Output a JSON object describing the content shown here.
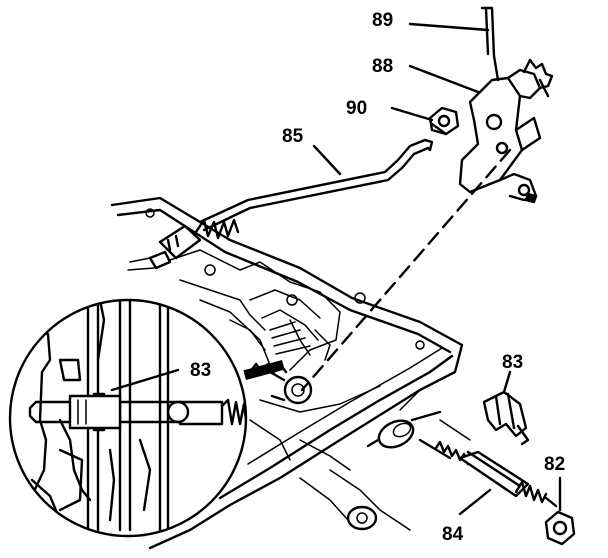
{
  "callouts": {
    "c89": "89",
    "c88": "88",
    "c90": "90",
    "c85": "85",
    "c83_detail": "83",
    "c83_clip": "83",
    "c82": "82",
    "c84": "84"
  }
}
